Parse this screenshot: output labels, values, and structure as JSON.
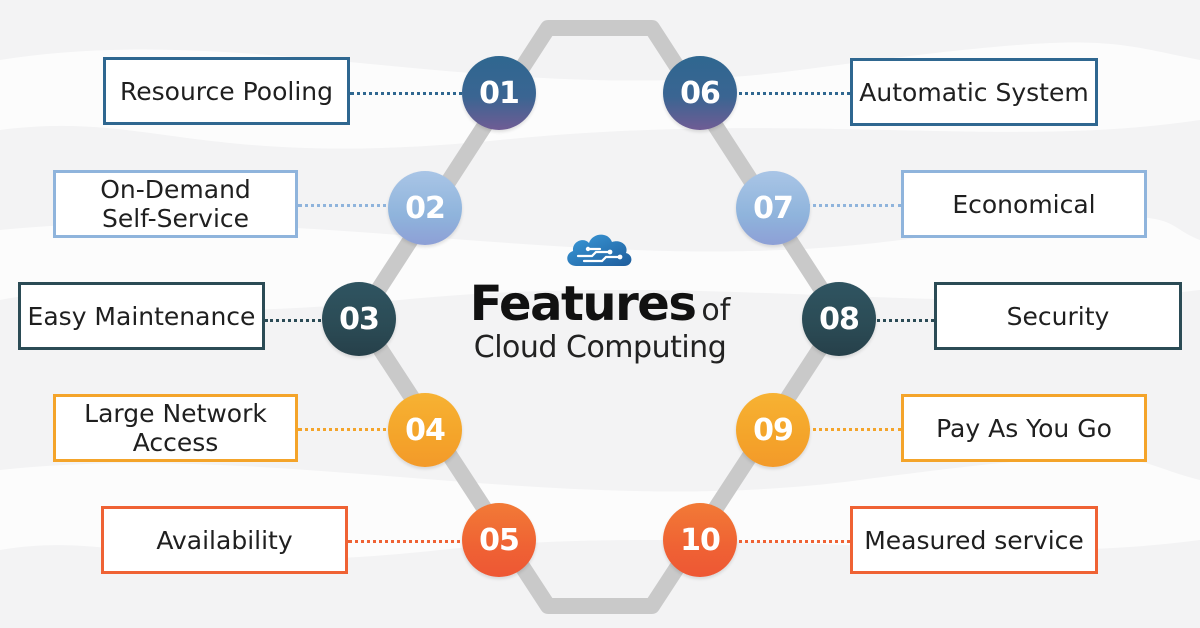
{
  "title": {
    "main": "Features",
    "of": "of",
    "sub": "Cloud Computing"
  },
  "colors": {
    "navy": "#2f6790",
    "light_blue": "#8fb4dc",
    "dark_teal": "#2b4b55",
    "orange": "#f4a42a",
    "red_orange": "#ef6234",
    "purple_bottom": "#6f5c94"
  },
  "features": [
    {
      "num": "01",
      "label": "Resource Pooling",
      "color": "#2f6790"
    },
    {
      "num": "02",
      "label": "On-Demand\nSelf-Service",
      "color": "#8fb4dc"
    },
    {
      "num": "03",
      "label": "Easy Maintenance",
      "color": "#2b4b55"
    },
    {
      "num": "04",
      "label": "Large Network\nAccess",
      "color": "#f4a42a"
    },
    {
      "num": "05",
      "label": "Availability",
      "color": "#ef6234"
    },
    {
      "num": "06",
      "label": "Automatic System",
      "color": "#2f6790"
    },
    {
      "num": "07",
      "label": "Economical",
      "color": "#8fb4dc"
    },
    {
      "num": "08",
      "label": "Security",
      "color": "#2b4b55"
    },
    {
      "num": "09",
      "label": "Pay As You Go",
      "color": "#f4a42a"
    },
    {
      "num": "10",
      "label": "Measured service",
      "color": "#ef6234"
    }
  ]
}
